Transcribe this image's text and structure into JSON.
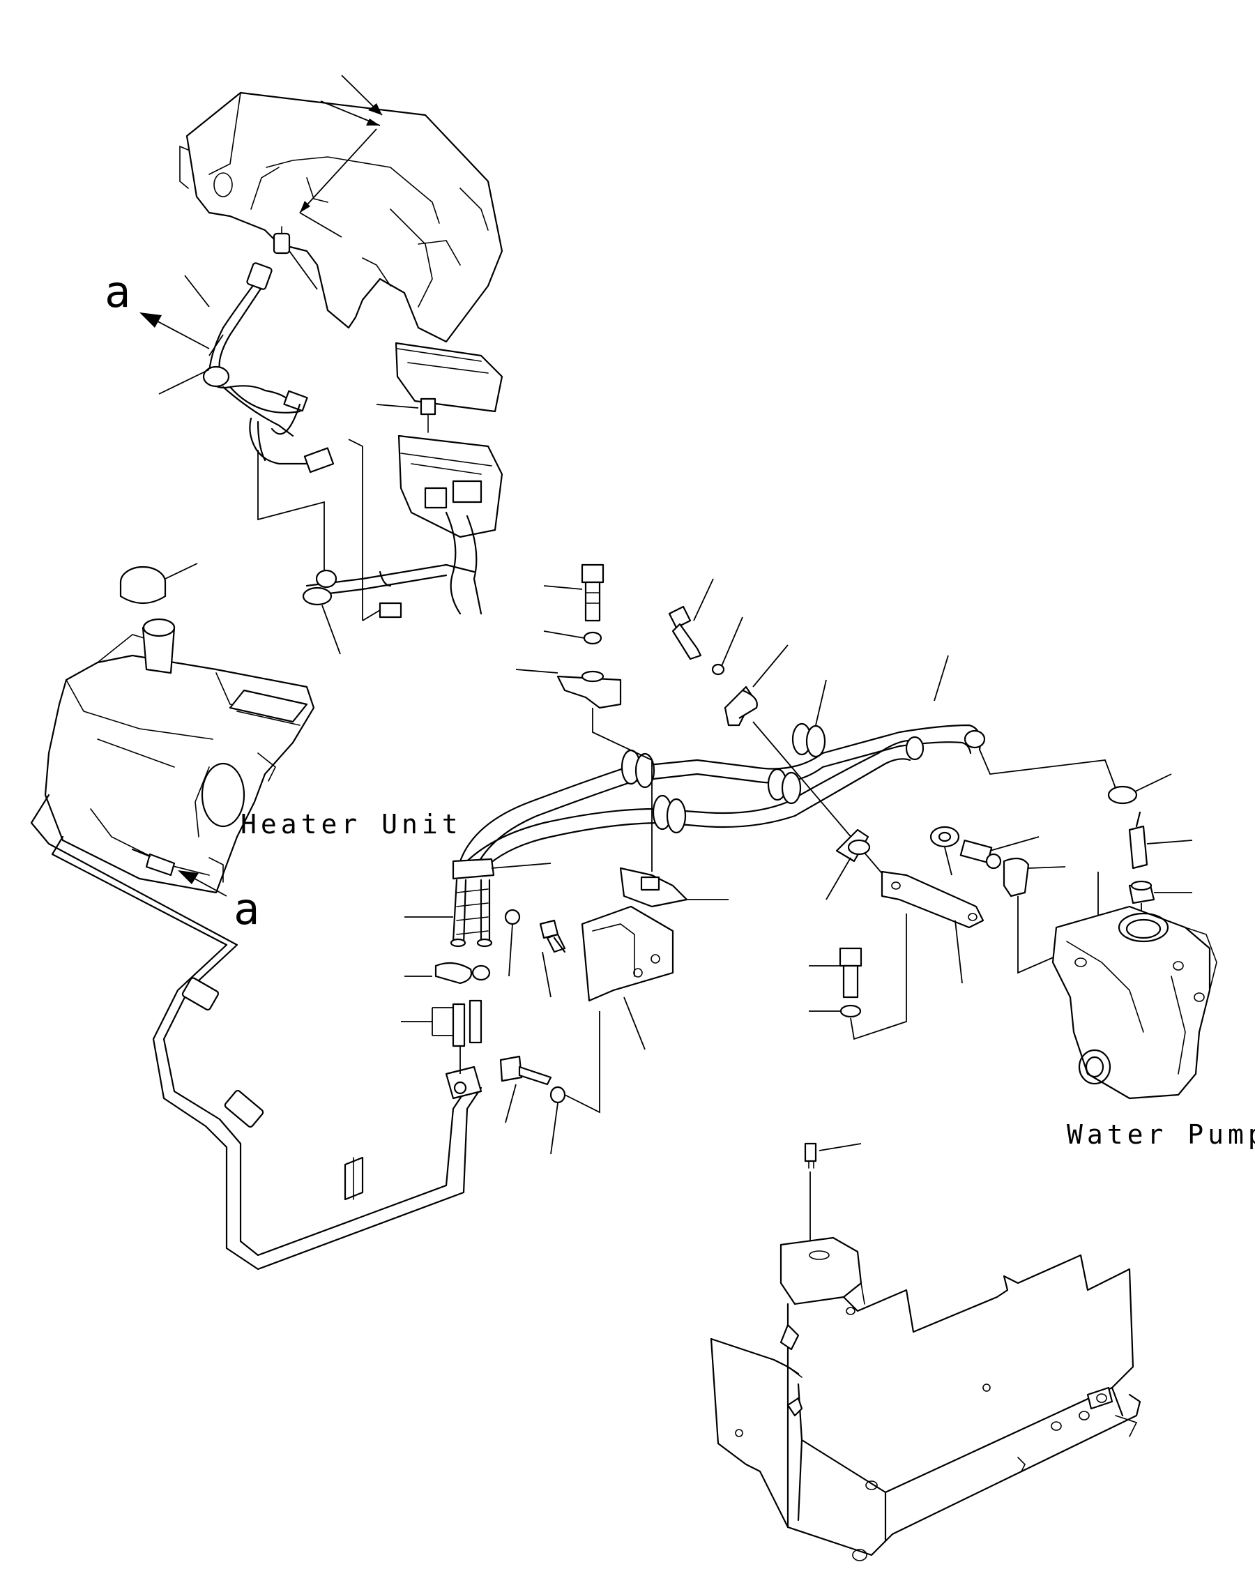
{
  "labels": {
    "heater_unit": "Heater Unit",
    "water_pump": "Water Pump",
    "view_a_top": "a",
    "view_a_bottom": "a"
  }
}
